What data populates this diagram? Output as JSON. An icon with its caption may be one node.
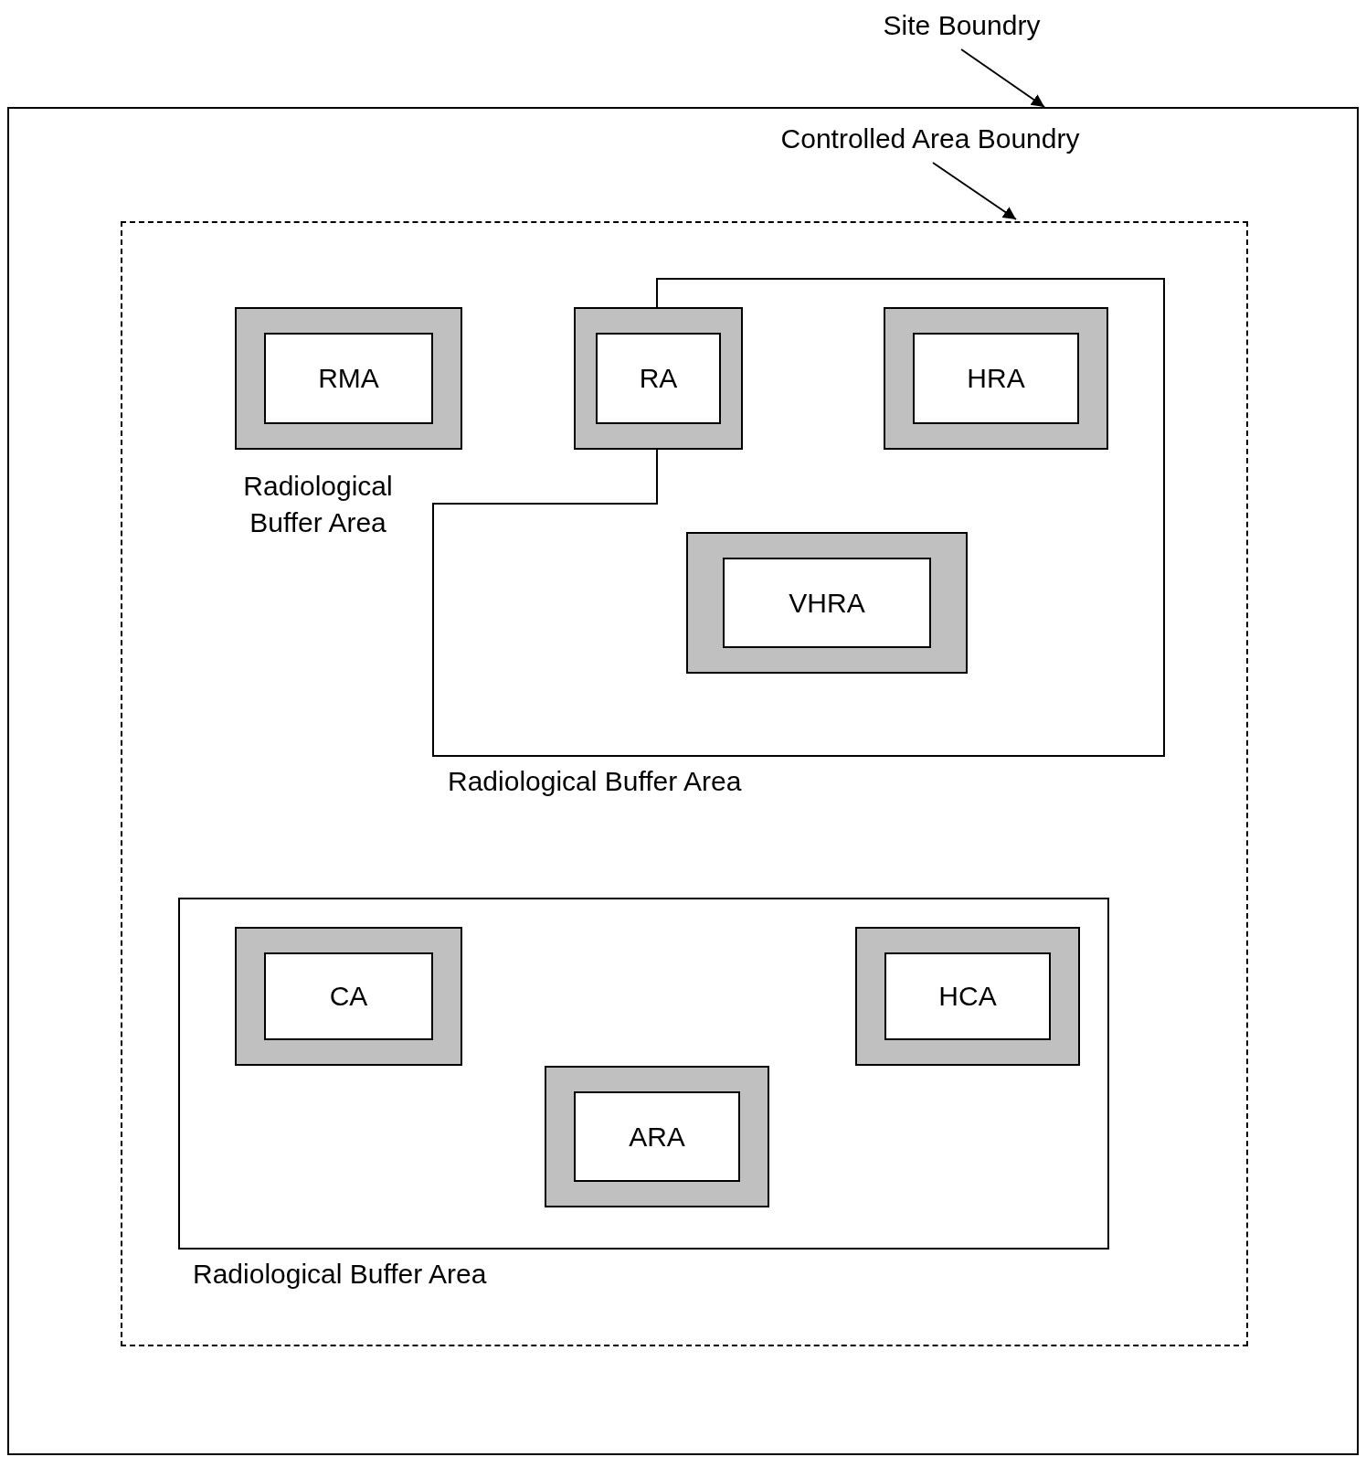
{
  "diagram": {
    "nodes": [
      {
        "text": [
          "Site Boundry"
        ]
      },
      {
        "text": [],
        "shape": "box"
      },
      {
        "text": [
          "Controlled Area Boundry"
        ],
        "in": 1
      },
      {
        "text": [],
        "shape": "box",
        "in": 1
      },
      {
        "text": [
          "RMA"
        ],
        "in": 3,
        "beside": [
          "Radiological Buffer Area"
        ]
      },
      {
        "text": [
          "Radiological Buffer Area"
        ],
        "in": 3
      },
      {
        "text": [
          "RA"
        ],
        "in": 5
      },
      {
        "text": [
          "HRA"
        ],
        "in": 5
      },
      {
        "text": [
          "VHRA"
        ],
        "in": 5
      },
      {
        "text": [
          "Radiological Buffer Area"
        ],
        "in": 3
      },
      {
        "text": [
          "CA"
        ],
        "in": 9
      },
      {
        "text": [
          "HCA"
        ],
        "in": 9
      },
      {
        "text": [
          "ARA"
        ],
        "in": 9
      }
    ],
    "edges": [
      {
        "from": 0,
        "to": 1,
        "arrow": "to"
      },
      {
        "from": 2,
        "to": 3,
        "arrow": "to"
      }
    ]
  }
}
